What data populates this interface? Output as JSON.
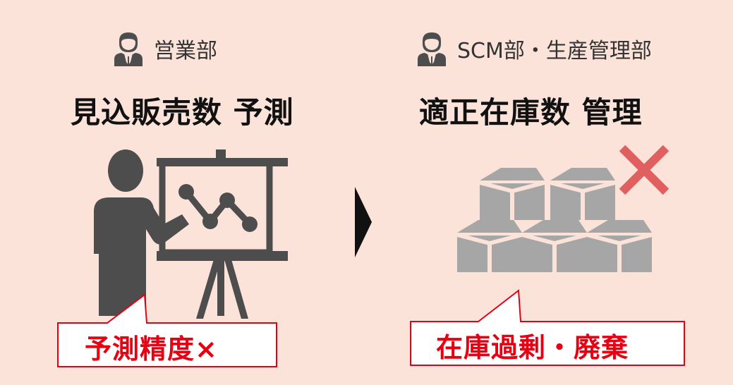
{
  "left": {
    "dept_label": "営業部",
    "heading": "見込販売数 予測",
    "callout": "予測精度×"
  },
  "right": {
    "dept_label": "SCM部・生産管理部",
    "heading": "適正在庫数 管理",
    "callout": "在庫過剰・廃棄"
  },
  "icons": [
    "person-icon",
    "presenter-icon",
    "arrow-right-icon",
    "box-icon",
    "cross-icon"
  ],
  "colors": {
    "background": "#fbe3d9",
    "icon_gray": "#4d4d4d",
    "box_gray": "#a6a6a6",
    "callout_border": "#e60012",
    "callout_text": "#e60012",
    "cross": "#e06060"
  }
}
